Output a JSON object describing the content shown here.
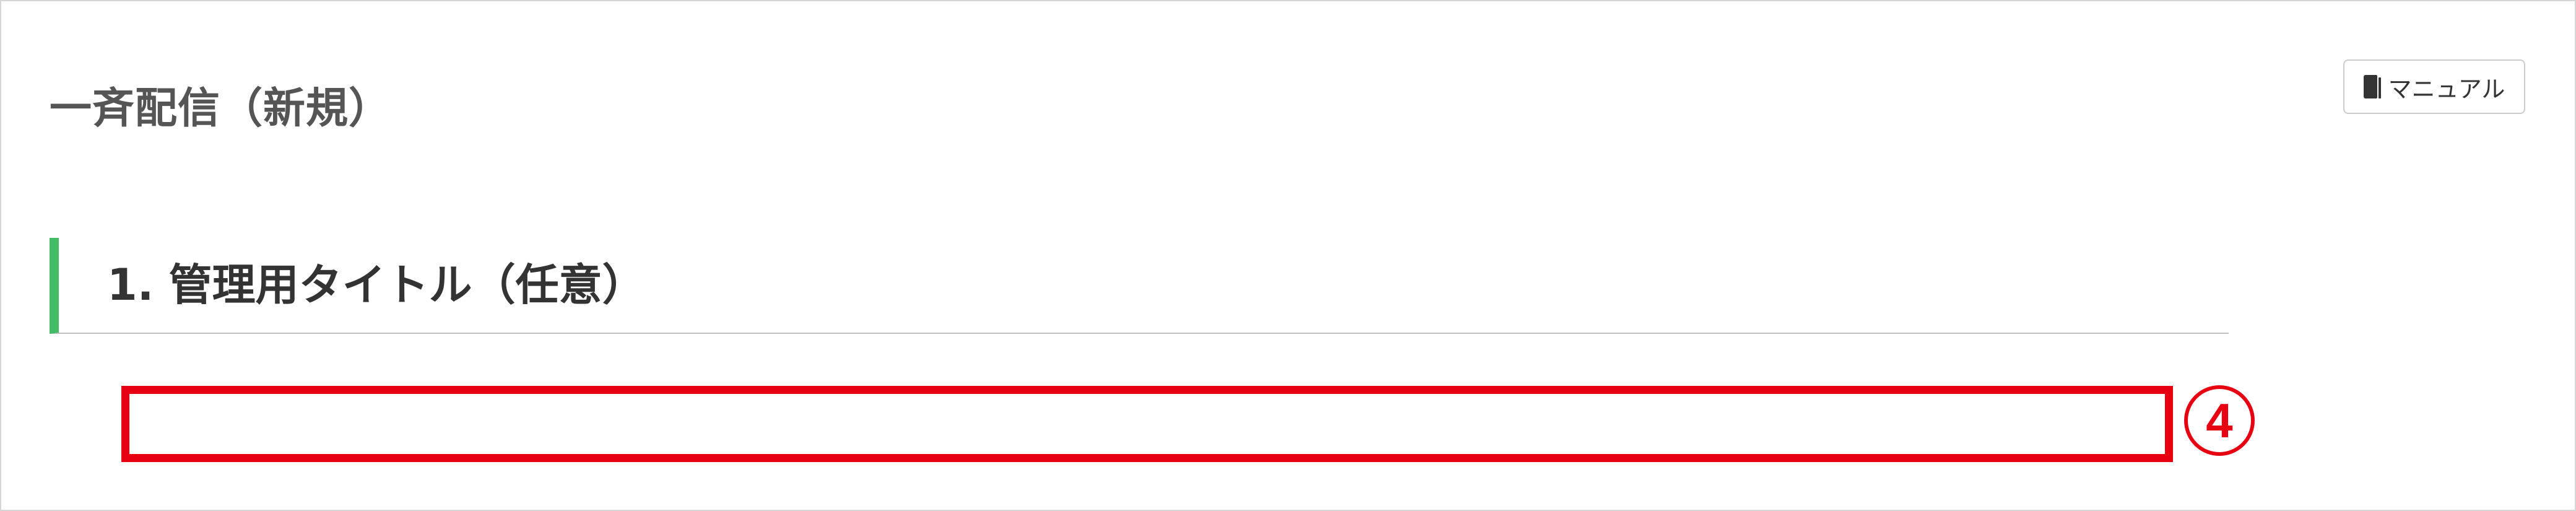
{
  "page": {
    "title": "一斉配信（新規）"
  },
  "toolbar": {
    "manual_label": "マニュアル",
    "manual_icon": "book-icon"
  },
  "section": {
    "title": "1. 管理用タイトル（任意）",
    "accent_color": "#44bb66"
  },
  "title_input": {
    "value": "",
    "placeholder": ""
  },
  "annotation": {
    "number": "4",
    "color": "#e60012"
  }
}
